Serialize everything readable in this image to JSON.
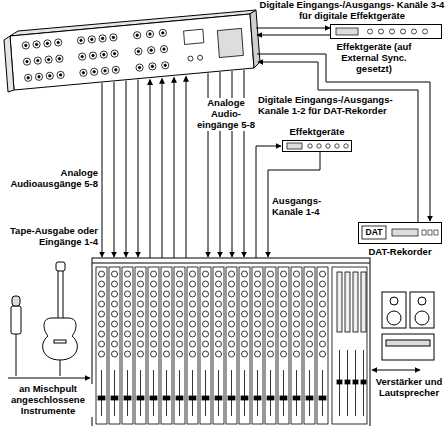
{
  "diagram": {
    "nodes": [
      {
        "text": [
          "Effektgeräte (auf External Sync. gesetzt)"
        ]
      },
      {
        "text": [
          "Effektgeräte"
        ]
      },
      {
        "text": [
          "DAT",
          "DAT-Rekorder"
        ]
      },
      {
        "text": [
          "Verstärker und Lautsprecher"
        ]
      }
    ],
    "labels": [
      "Digitale Eingangs-/Ausgangs- Kanäle 3-4 für digitale Effektgeräte",
      "Digitale Eingangs-/Ausgangs- Kanäle 1-2 für DAT-Rekorder",
      "Analoge Audio-eingänge 5-8",
      "Analoge Audioausgänge 5-8",
      "Ausgangs-Kanäle 1-4",
      "Tape-Ausgabe oder Eingänge 1-4",
      "an Mischpult angeschlossene Instrumente"
    ]
  }
}
